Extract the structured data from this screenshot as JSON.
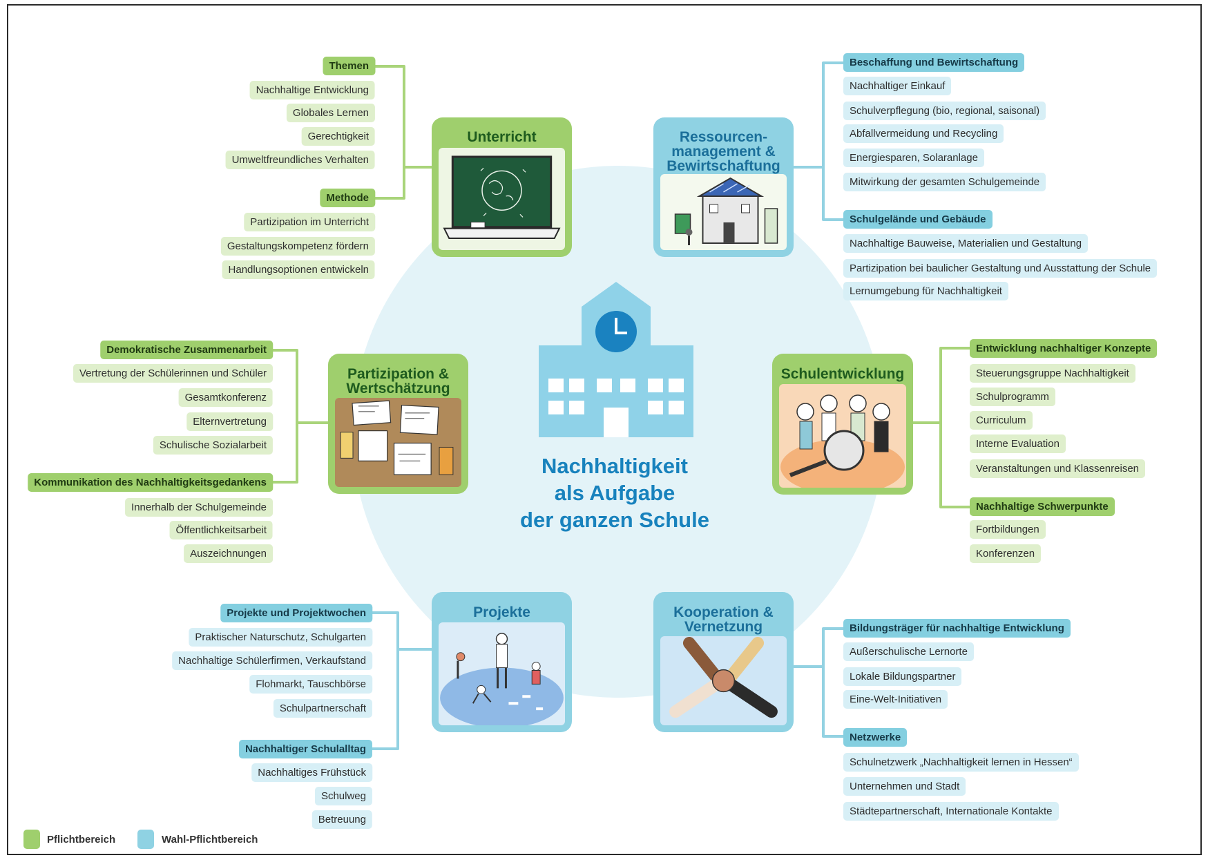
{
  "center": {
    "lines": [
      "Nachhaltigkeit",
      "als Aufgabe",
      "der ganzen Schule"
    ]
  },
  "hubs": {
    "unterricht": "Unterricht",
    "ressourcen": [
      "Ressourcen-",
      "management &",
      "Bewirtschaftung"
    ],
    "partizipation": [
      "Partizipation &",
      "Wertschätzung"
    ],
    "schulentwicklung": "Schulentwicklung",
    "projekte": "Projekte",
    "kooperation": [
      "Kooperation &",
      "Vernetzung"
    ]
  },
  "unterricht": {
    "themen": {
      "label": "Themen",
      "items": [
        "Nachhaltige Entwicklung",
        "Globales Lernen",
        "Gerechtigkeit",
        "Umweltfreundliches Verhalten"
      ]
    },
    "methode": {
      "label": "Methode",
      "items": [
        "Partizipation im Unterricht",
        "Gestaltungskompetenz fördern",
        "Handlungsoptionen entwickeln"
      ]
    }
  },
  "ressourcen": {
    "beschaffung": {
      "label": "Beschaffung und Bewirtschaftung",
      "items": [
        "Nachhaltiger Einkauf",
        "Schulverpflegung (bio, regional, saisonal)",
        "Abfallvermeidung und Recycling",
        "Energiesparen, Solaranlage",
        "Mitwirkung der gesamten Schulgemeinde"
      ]
    },
    "gelaende": {
      "label": "Schulgelände und Gebäude",
      "items": [
        "Nachhaltige Bauweise, Materialien und Gestaltung",
        "Partizipation bei baulicher Gestaltung und Ausstattung der Schule",
        "Lernumgebung für Nachhaltigkeit"
      ]
    }
  },
  "partizipation": {
    "demokratie": {
      "label": "Demokratische Zusammenarbeit",
      "items": [
        "Vertretung der Schülerinnen und Schüler",
        "Gesamtkonferenz",
        "Elternvertretung",
        "Schulische Sozialarbeit"
      ]
    },
    "kommunikation": {
      "label": "Kommunikation des Nachhaltigkeitsgedankens",
      "items": [
        "Innerhalb der Schulgemeinde",
        "Öffentlichkeitsarbeit",
        "Auszeichnungen"
      ]
    }
  },
  "schulentwicklung": {
    "konzepte": {
      "label": "Entwicklung nachhaltiger Konzepte",
      "items": [
        "Steuerungsgruppe Nachhaltigkeit",
        "Schulprogramm",
        "Curriculum",
        "Interne Evaluation",
        "Veranstaltungen und Klassenreisen"
      ]
    },
    "schwerpunkte": {
      "label": "Nachhaltige Schwerpunkte",
      "items": [
        "Fortbildungen",
        "Konferenzen"
      ]
    }
  },
  "projekte": {
    "projektwochen": {
      "label": "Projekte und Projektwochen",
      "items": [
        "Praktischer Naturschutz, Schulgarten",
        "Nachhaltige Schülerfirmen, Verkaufstand",
        "Flohmarkt, Tauschbörse",
        "Schulpartnerschaft"
      ]
    },
    "schulalltag": {
      "label": "Nachhaltiger Schulalltag",
      "items": [
        "Nachhaltiges Frühstück",
        "Schulweg",
        "Betreuung"
      ]
    }
  },
  "kooperation": {
    "bildungstraeger": {
      "label": "Bildungsträger für nachhaltige Entwicklung",
      "items": [
        "Außerschulische Lernorte",
        "Lokale Bildungspartner",
        "Eine-Welt-Initiativen"
      ]
    },
    "netzwerke": {
      "label": "Netzwerke",
      "items": [
        "Schulnetzwerk „Nachhaltigkeit lernen in Hessen“",
        "Unternehmen und Stadt",
        "Städtepartnerschaft, Internationale Kontakte"
      ]
    }
  },
  "legend": {
    "pflicht": "Pflichtbereich",
    "wahl": "Wahl-Pflichtbereich"
  },
  "colors": {
    "pflicht": "#9fcf6d",
    "wahl": "#8fd2e3",
    "title": "#1882bd",
    "circle": "#e3f3f8"
  }
}
